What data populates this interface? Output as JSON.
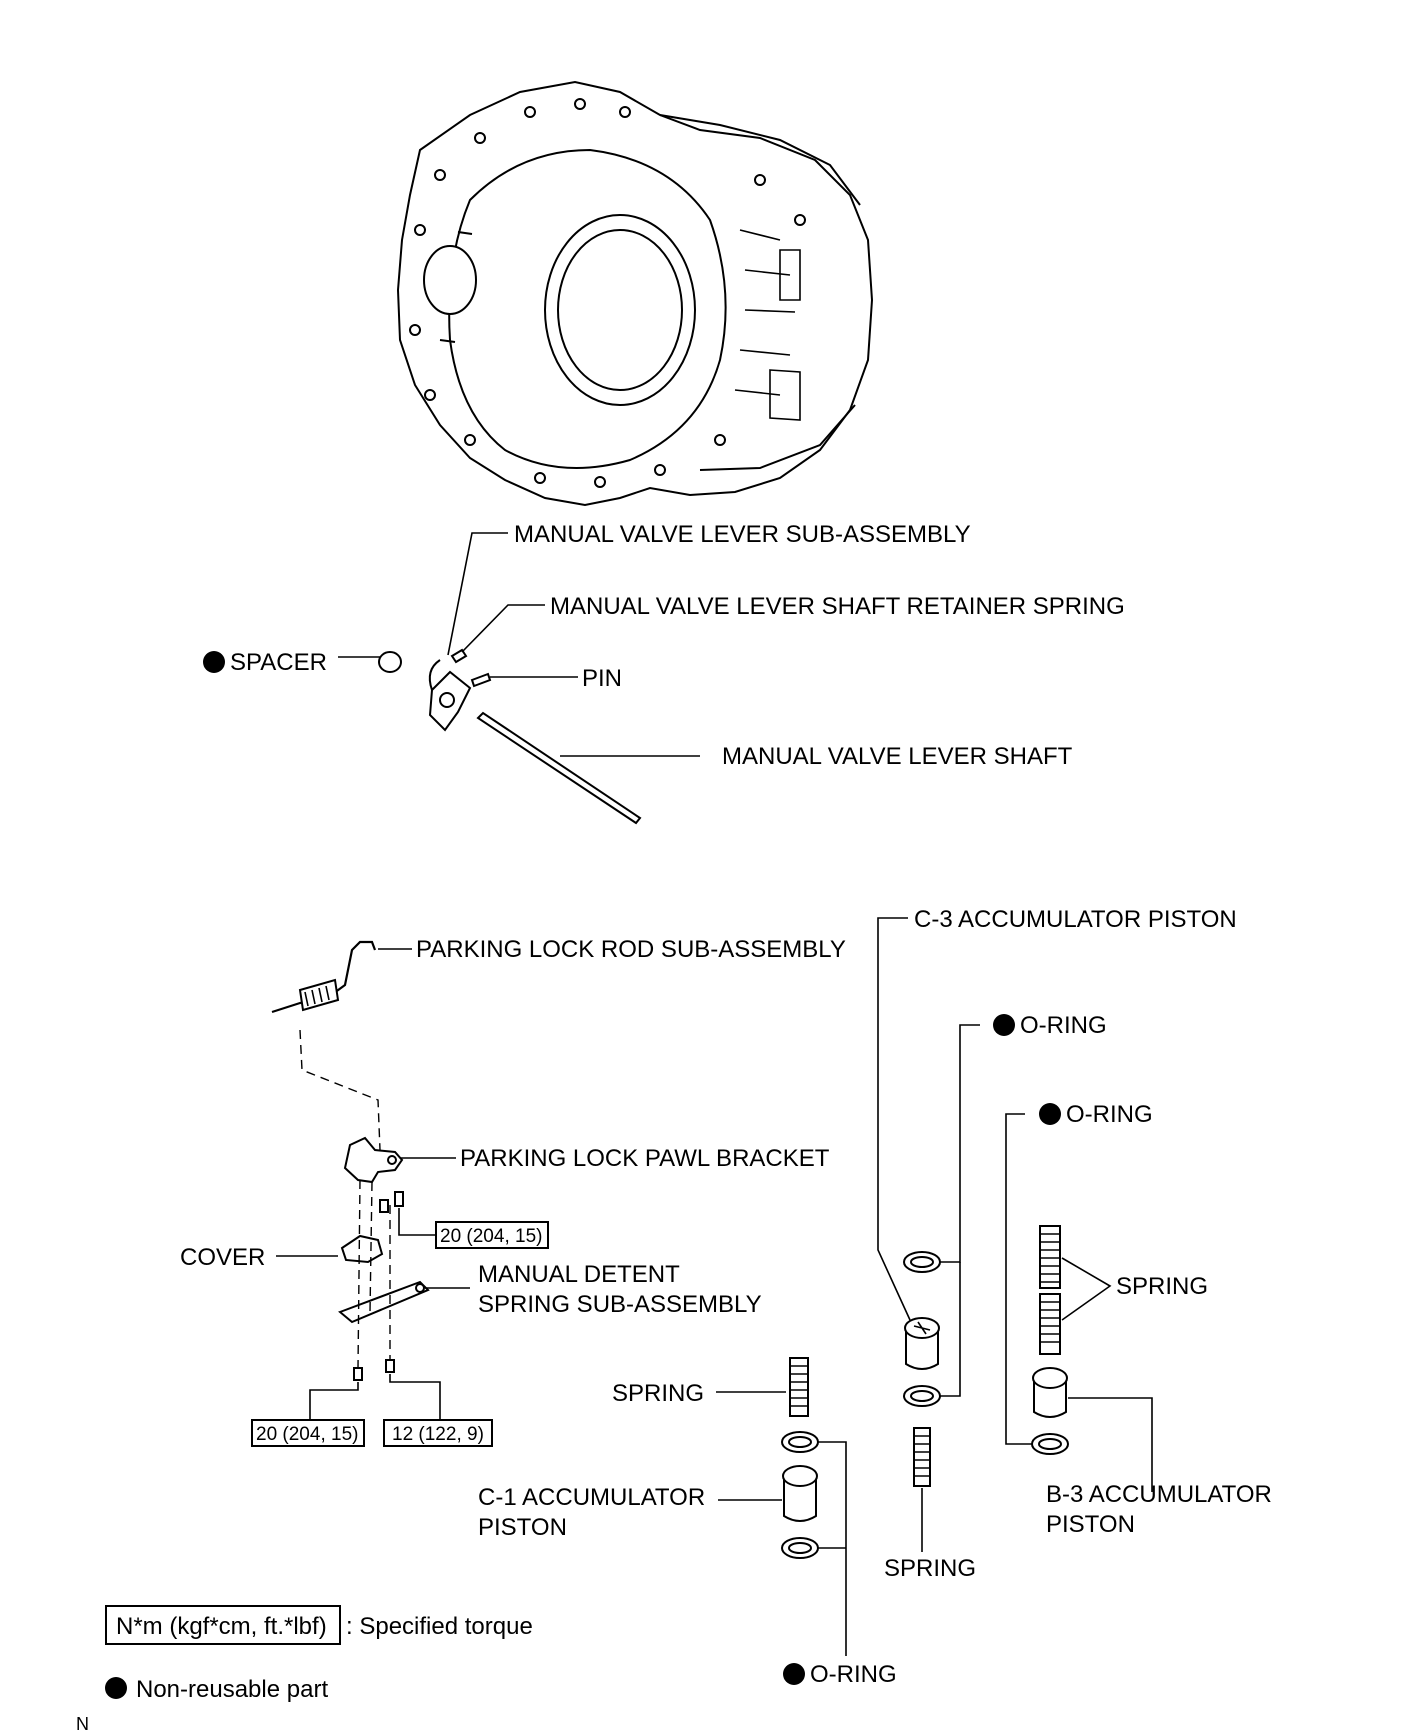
{
  "labels": {
    "manual_valve_lever_sub_assembly": "MANUAL VALVE LEVER SUB-ASSEMBLY",
    "manual_valve_lever_shaft_retainer_spring": "MANUAL VALVE LEVER SHAFT RETAINER SPRING",
    "spacer": "SPACER",
    "pin": "PIN",
    "manual_valve_lever_shaft": "MANUAL VALVE LEVER SHAFT",
    "parking_lock_rod_sub_assembly": "PARKING LOCK ROD SUB-ASSEMBLY",
    "c3_accumulator_piston": "C-3 ACCUMULATOR PISTON",
    "o_ring_c3_upper": "O-RING",
    "o_ring_b3": "O-RING",
    "parking_lock_pawl_bracket": "PARKING LOCK PAWL BRACKET",
    "cover": "COVER",
    "manual_detent_spring_line1": "MANUAL DETENT",
    "manual_detent_spring_line2": "SPRING SUB-ASSEMBLY",
    "spring_b3": "SPRING",
    "spring_c1": "SPRING",
    "c1_accumulator_piston_line1": "C-1 ACCUMULATOR",
    "c1_accumulator_piston_line2": "PISTON",
    "b3_accumulator_piston_line1": "B-3 ACCUMULATOR",
    "b3_accumulator_piston_line2": "PISTON",
    "spring_c3": "SPRING",
    "o_ring_c1": "O-RING"
  },
  "torque": {
    "bracket_bolt": "20 (204, 15)",
    "detent_bolt_left": "20 (204, 15)",
    "detent_bolt_right": "12 (122, 9)"
  },
  "legend": {
    "torque_box": "N*m (kgf*cm, ft.*lbf)",
    "torque_text": ": Specified torque",
    "non_reusable": "Non-reusable part"
  },
  "corner_mark": "N",
  "colors": {
    "ink": "#000000",
    "paper": "#ffffff"
  }
}
